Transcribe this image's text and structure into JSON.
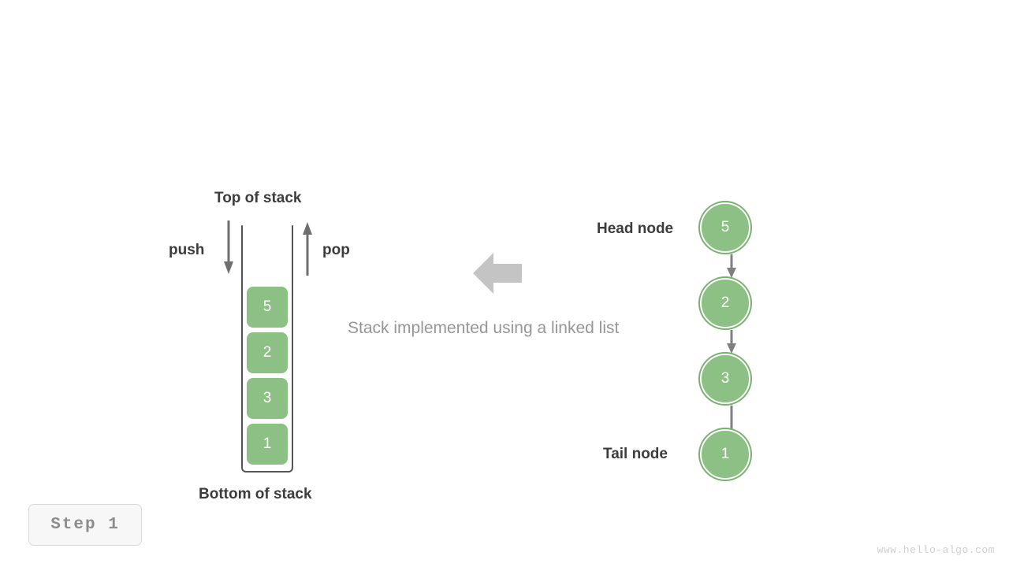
{
  "labels": {
    "top_of_stack": "Top of stack",
    "bottom_of_stack": "Bottom of stack",
    "push": "push",
    "pop": "pop",
    "head_node": "Head node",
    "tail_node": "Tail node",
    "caption": "Stack implemented using a linked list"
  },
  "step_badge": {
    "text": "Step 1"
  },
  "watermark": {
    "text": "www.hello-algo.com"
  },
  "stack": {
    "cells": [
      {
        "value": "5"
      },
      {
        "value": "2"
      },
      {
        "value": "3"
      },
      {
        "value": "1"
      }
    ]
  },
  "linked_list": {
    "nodes": [
      {
        "value": "5"
      },
      {
        "value": "2"
      },
      {
        "value": "3"
      },
      {
        "value": "1"
      }
    ]
  },
  "colors": {
    "node_fill": "#8cc084",
    "node_ring": "#79b06f",
    "arrow_gray": "#6f6f6f",
    "big_arrow": "#c4c4c4",
    "label_dark": "#3c3c3c",
    "caption_gray": "#969696",
    "badge_text": "#8c8c8c",
    "watermark": "#cfcfcf",
    "wall": "#555555"
  },
  "icons": {
    "push_arrow": "arrow-down-icon",
    "pop_arrow": "arrow-up-icon",
    "link_arrow": "arrow-down-icon",
    "transform_arrow": "arrow-left-block-icon"
  }
}
